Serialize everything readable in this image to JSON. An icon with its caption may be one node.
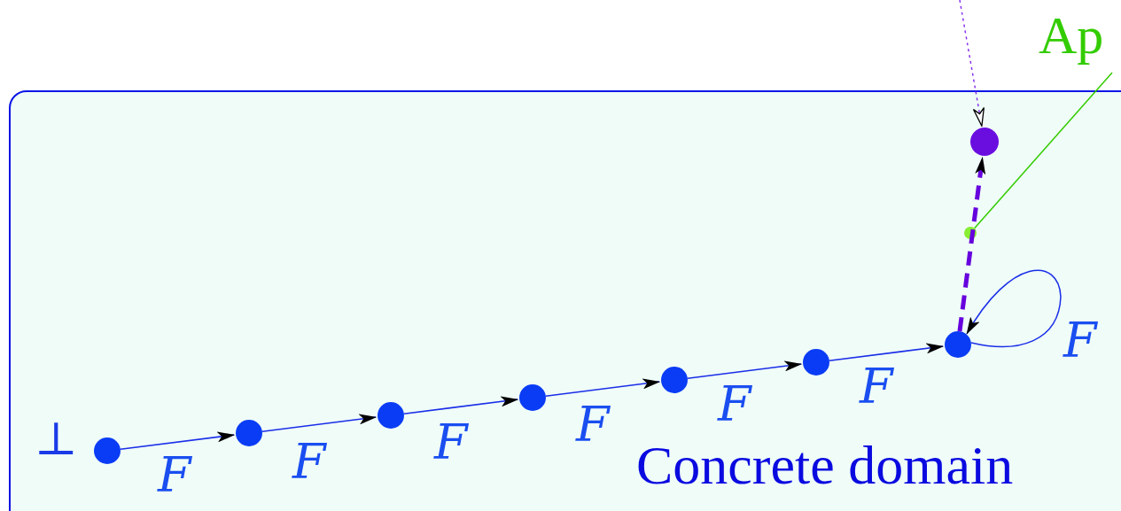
{
  "diagram": {
    "nodes": [
      {
        "text": [
          "Ap"
        ]
      },
      {
        "text": [
          "Concrete domain"
        ]
      },
      {
        "text": [],
        "shape": "circle",
        "in": 1
      },
      {
        "text": [],
        "shape": "circle",
        "in": 1
      },
      {
        "text": [],
        "shape": "circle",
        "in": 1,
        "beside": [
          "⊥"
        ]
      },
      {
        "text": [],
        "shape": "circle",
        "in": 1
      },
      {
        "text": [],
        "shape": "circle",
        "in": 1
      },
      {
        "text": [],
        "shape": "circle",
        "in": 1
      },
      {
        "text": [],
        "shape": "circle",
        "in": 1
      },
      {
        "text": [],
        "shape": "circle",
        "in": 1
      },
      {
        "text": [],
        "shape": "circle",
        "in": 1
      }
    ],
    "edges": [
      {
        "from": 4,
        "to": 5,
        "arrow": "to",
        "label": "F"
      },
      {
        "from": 5,
        "to": 6,
        "arrow": "to",
        "label": "F"
      },
      {
        "from": 6,
        "to": 7,
        "arrow": "to",
        "label": "F"
      },
      {
        "from": 7,
        "to": 8,
        "arrow": "to",
        "label": "F"
      },
      {
        "from": 8,
        "to": 9,
        "arrow": "to",
        "label": "F"
      },
      {
        "from": 9,
        "to": 10,
        "arrow": "to",
        "label": "F"
      },
      {
        "from": 10,
        "to": 10,
        "arrow": "to",
        "label": "F"
      },
      {
        "from": 10,
        "to": 2,
        "arrow": "to",
        "style": "dashed",
        "color": "#6600dd"
      },
      {
        "from": null,
        "to": 2,
        "arrow": "to",
        "style": "dashed",
        "color": "#8833ee"
      },
      {
        "from": 0,
        "to": 3,
        "arrow": "none",
        "color": "#33cc00"
      }
    ]
  }
}
